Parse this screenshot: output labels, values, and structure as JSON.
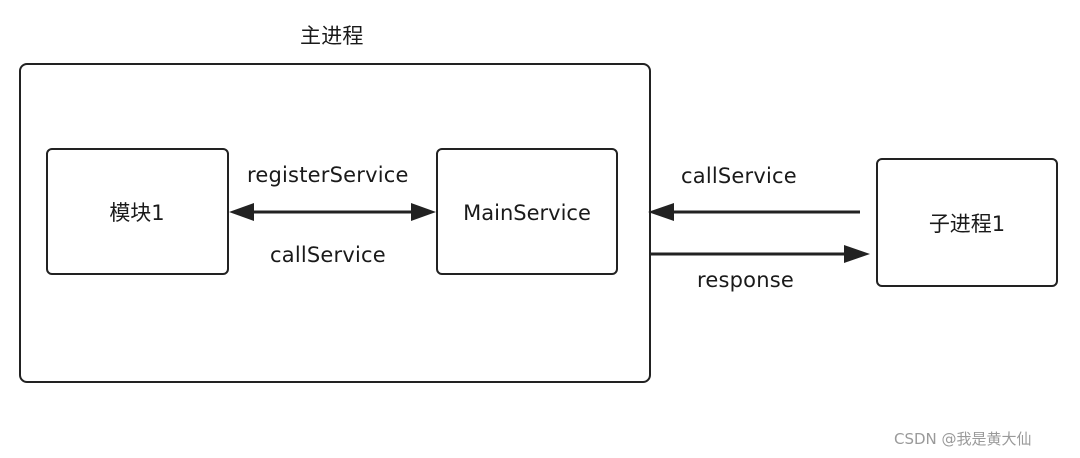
{
  "main_process": {
    "title": "主进程"
  },
  "module_box": {
    "label": "模块1"
  },
  "main_service_box": {
    "label": "MainService"
  },
  "child_process_box": {
    "label": "子进程1"
  },
  "edges": {
    "register_service": "registerService",
    "call_service_internal": "callService",
    "call_service_external": "callService",
    "response": "response"
  },
  "watermark": {
    "text": "CSDN @我是黄大仙"
  }
}
